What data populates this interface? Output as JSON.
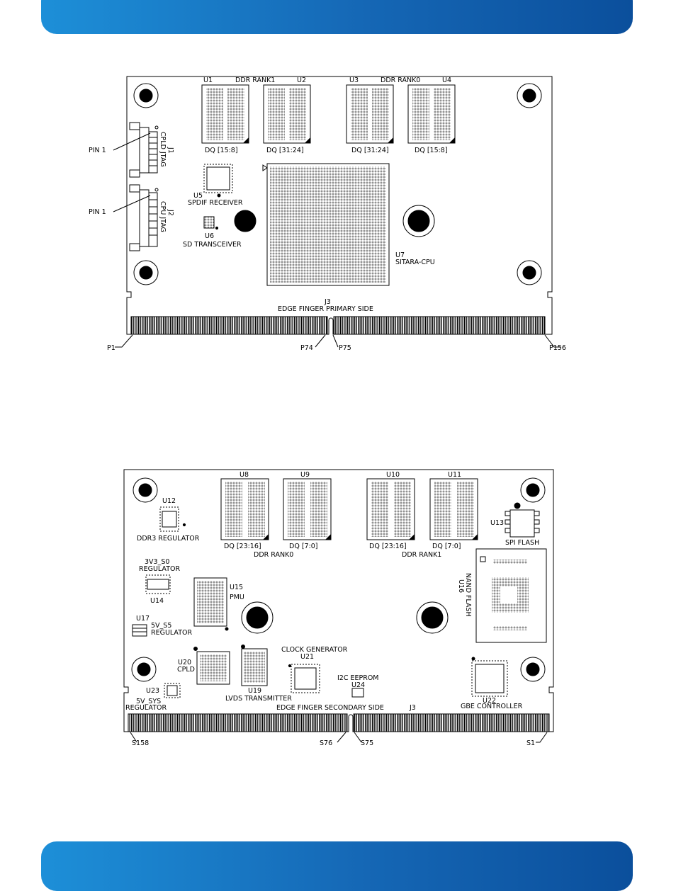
{
  "colors": {
    "band": "#1567b5",
    "line": "#000000",
    "background": "#ffffff"
  },
  "primary": {
    "u1": "U1",
    "ddr_rank1": "DDR RANK1",
    "u2": "U2",
    "u3": "U3",
    "ddr_rank0": "DDR RANK0",
    "u4": "U4",
    "dq_1": "DQ [15:8]",
    "dq_2": "DQ [31:24]",
    "dq_3": "DQ [31:24]",
    "dq_4": "DQ [15:8]",
    "pin1_a": "PIN 1",
    "pin1_b": "PIN 1",
    "j1": "J1",
    "j1_name": "CPLD JTAG",
    "j2": "J2",
    "j2_name": "CPU JTAG",
    "u5": "U5",
    "u5_name": "SPDIF RECEIVER",
    "u6": "U6",
    "u6_name": "SD TRANSCEIVER",
    "u7": "U7",
    "u7_name": "SITARA-CPU",
    "j3": "J3",
    "edge": "EDGE FINGER PRIMARY SIDE",
    "p1": "P1",
    "p74": "P74",
    "p75": "P75",
    "p156": "P156"
  },
  "secondary": {
    "u8": "U8",
    "u9": "U9",
    "u10": "U10",
    "u11": "U11",
    "dq_8": "DQ [23:16]",
    "dq_9": "DQ [7:0]",
    "dq_10": "DQ [23:16]",
    "dq_11": "DQ [7:0]",
    "ddr_rank0": "DDR RANK0",
    "ddr_rank1": "DDR RANK1",
    "u12": "U12",
    "u12_name": "DDR3 REGULATOR",
    "u13": "U13",
    "u13_name": "SPI FLASH",
    "u14_top": "3V3_S0",
    "u14_mid": "REGULATOR",
    "u14": "U14",
    "u15": "U15",
    "u15_name": "PMU",
    "u16": "U16",
    "u16_name": "NAND FLASH",
    "u17": "U17",
    "u17_a": "5V_S5",
    "u17_b": "REGULATOR",
    "u20": "U20",
    "u20_name": "CPLD",
    "u19": "U19",
    "u19_name": "LVDS TRANSMITTER",
    "u21_name": "CLOCK GENERATOR",
    "u21": "U21",
    "u24_name": "I2C EEPROM",
    "u24": "U24",
    "u23": "U23",
    "u23_a": "5V_SYS",
    "u23_b": "REGULATOR",
    "u22": "U22",
    "u22_name": "GBE CONTROLLER",
    "edge": "EDGE FINGER SECONDARY SIDE",
    "j3": "J3",
    "s158": "S158",
    "s76": "S76",
    "s75": "S75",
    "s1": "S1"
  }
}
